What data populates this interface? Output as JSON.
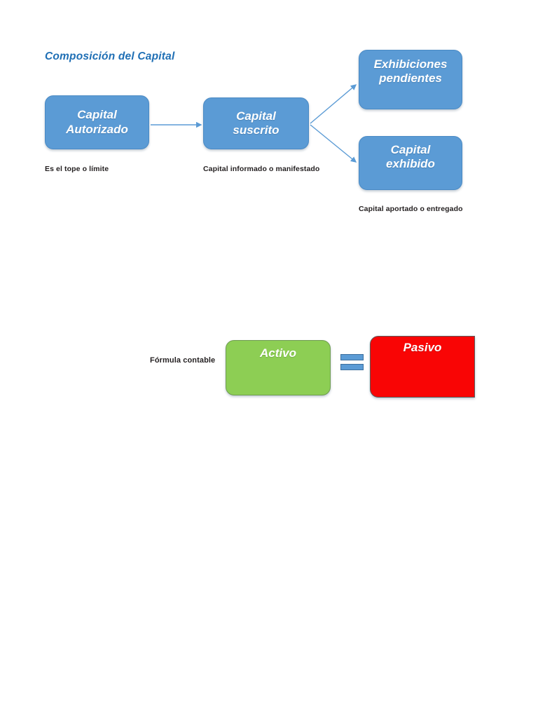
{
  "diagram": {
    "title": "Composición del Capital",
    "colors": {
      "title": "#1F6FB5",
      "box_blue": "#5B9BD5",
      "box_green": "#8DCE54",
      "box_red": "#F90505",
      "caption_text": "#231F20",
      "connector": "#5B9BD5"
    },
    "capital_flow": {
      "boxes": [
        {
          "id": "capital-autorizado",
          "label": "Capital\nAutorizado",
          "color": "#5B9BD5"
        },
        {
          "id": "capital-suscrito",
          "label": "Capital\nsuscrito",
          "color": "#5B9BD5"
        },
        {
          "id": "exhibiciones-pendientes",
          "label": "Exhibiciones\npendientes",
          "color": "#5B9BD5"
        },
        {
          "id": "capital-exhibido",
          "label": "Capital\nexhibido",
          "color": "#5B9BD5"
        }
      ],
      "captions": [
        {
          "id": "caption-autorizado",
          "text": "Es el tope o límite"
        },
        {
          "id": "caption-suscrito",
          "text": "Capital informado o manifestado"
        },
        {
          "id": "caption-exhibido",
          "text": "Capital aportado o entregado"
        }
      ],
      "connectors": [
        {
          "from": "capital-autorizado",
          "to": "capital-suscrito",
          "style": "arrow"
        },
        {
          "from": "capital-suscrito",
          "to": "exhibiciones-pendientes",
          "style": "arrow"
        },
        {
          "from": "capital-suscrito",
          "to": "capital-exhibido",
          "style": "arrow"
        }
      ]
    },
    "accounting_formula": {
      "label": "Fórmula contable",
      "equals_symbol": "=",
      "boxes": [
        {
          "id": "activo",
          "label": "Activo",
          "color": "#8DCE54"
        },
        {
          "id": "pasivo",
          "label": "Pasivo",
          "color": "#F90505"
        }
      ]
    }
  }
}
